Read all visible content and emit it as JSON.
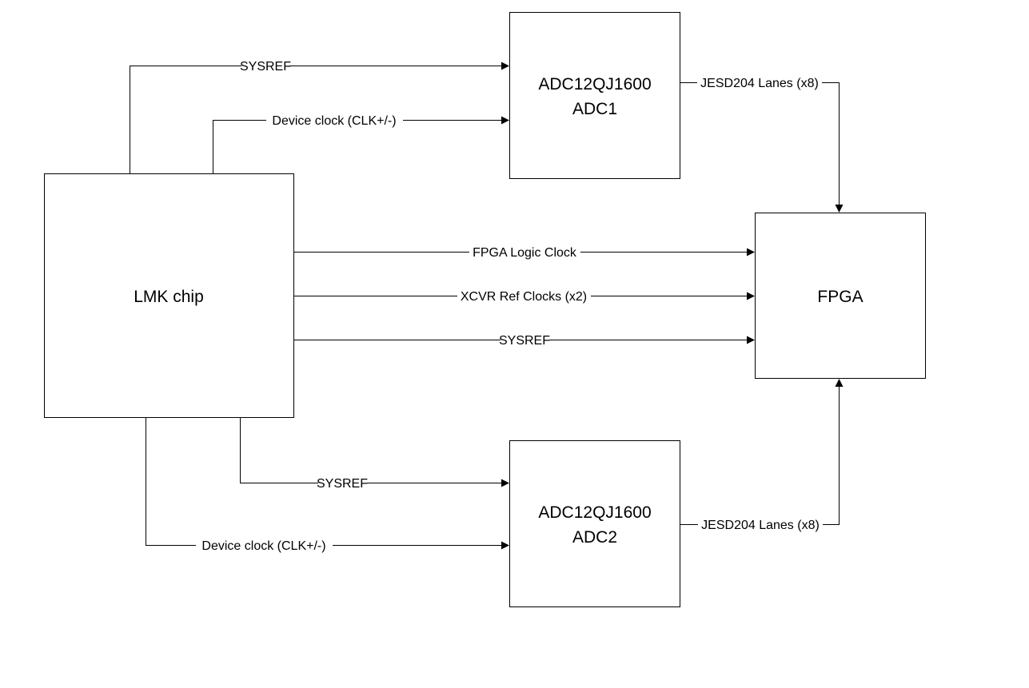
{
  "blocks": {
    "lmk": {
      "label": "LMK chip"
    },
    "adc1": {
      "line1": "ADC12QJ1600",
      "line2": "ADC1"
    },
    "adc2": {
      "line1": "ADC12QJ1600",
      "line2": "ADC2"
    },
    "fpga": {
      "label": "FPGA"
    }
  },
  "connections": {
    "lmk_adc1_sysref": "SYSREF",
    "lmk_adc1_devclk": "Device clock (CLK+/-)",
    "lmk_fpga_logic_clock": "FPGA Logic Clock",
    "lmk_fpga_xcvr_ref": "XCVR Ref Clocks (x2)",
    "lmk_fpga_sysref": "SYSREF",
    "lmk_adc2_sysref": "SYSREF",
    "lmk_adc2_devclk": "Device clock (CLK+/-)",
    "adc1_fpga_jesd": "JESD204 Lanes (x8)",
    "adc2_fpga_jesd": "JESD204 Lanes (x8)"
  }
}
